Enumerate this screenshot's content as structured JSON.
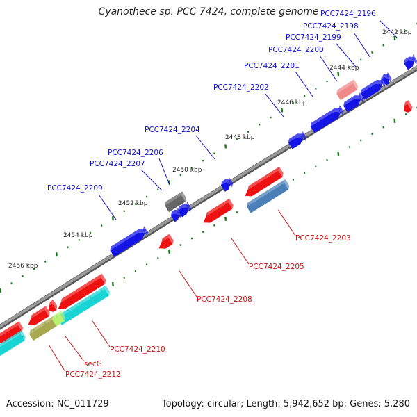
{
  "title": "Cyanothece sp. PCC 7424, complete genome",
  "footer": {
    "accession": "Accession: NC_011729",
    "summary": "Topology: circular; Length: 5,942,652 bp; Genes: 5,280"
  },
  "colors": {
    "forward": "#1010e0",
    "reverse": "#ee1111",
    "backbone": "#8a8a8a",
    "ticks": "#1a7a1a",
    "forward_label": "#1010cc",
    "reverse_label": "#cc1111"
  },
  "scale_labels": [
    "2442 kbp",
    "2444 kbp",
    "2446 kbp",
    "2448 kbp",
    "2450 kbp",
    "2452 kbp",
    "2454 kbp",
    "2456 kbp"
  ],
  "forward_genes": [
    "PCC7424_2196",
    "PCC7424_2198",
    "PCC7424_2199",
    "PCC7424_2200",
    "PCC7424_2201",
    "PCC7424_2202",
    "PCC7424_2204",
    "PCC7424_2206",
    "PCC7424_2207",
    "PCC7424_2209"
  ],
  "reverse_genes": [
    "PCC7424_2203",
    "PCC7424_2205",
    "PCC7424_2208",
    "PCC7424_2210",
    "secG",
    "PCC7424_2212"
  ]
}
